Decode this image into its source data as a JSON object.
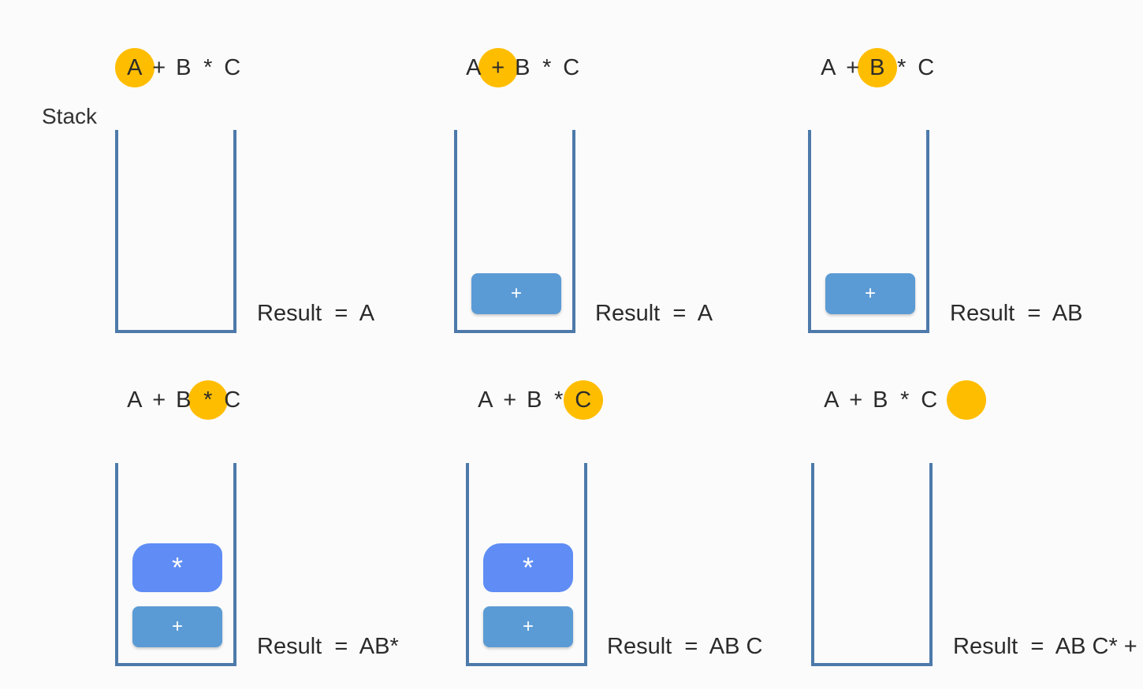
{
  "stack_label": "Stack",
  "panels": [
    {
      "tokens": [
        "A",
        "+",
        "B",
        "*",
        "C"
      ],
      "highlight_index": 0,
      "stack_items": [],
      "result_label": "Result",
      "equals": "=",
      "result_value": "A"
    },
    {
      "tokens": [
        "A",
        "+",
        "B",
        "*",
        "C"
      ],
      "highlight_index": 1,
      "stack_items": [
        "+"
      ],
      "result_label": "Result",
      "equals": "=",
      "result_value": "A"
    },
    {
      "tokens": [
        "A",
        "+",
        "B",
        "*",
        "C"
      ],
      "highlight_index": 2,
      "stack_items": [
        "+"
      ],
      "result_label": "Result",
      "equals": "=",
      "result_value": "AB"
    },
    {
      "tokens": [
        "A",
        "+",
        "B",
        "*",
        "C"
      ],
      "highlight_index": 3,
      "stack_items": [
        "+",
        "*"
      ],
      "result_label": "Result",
      "equals": "=",
      "result_value": "AB*"
    },
    {
      "tokens": [
        "A",
        "+",
        "B",
        "*",
        "C"
      ],
      "highlight_index": 4,
      "stack_items": [
        "+",
        "*"
      ],
      "result_label": "Result",
      "equals": "=",
      "result_value": "AB C"
    },
    {
      "tokens": [
        "A",
        "+",
        "B",
        "*",
        "C"
      ],
      "highlight_index": 5,
      "stack_items": [],
      "result_label": "Result",
      "equals": "=",
      "result_value": "AB C* +"
    }
  ],
  "colors": {
    "highlight": "#ffbd00",
    "stack_border": "#4d7aaa",
    "item_fill": "#5b9bd5",
    "scribble_fill": "#5f8df5"
  }
}
